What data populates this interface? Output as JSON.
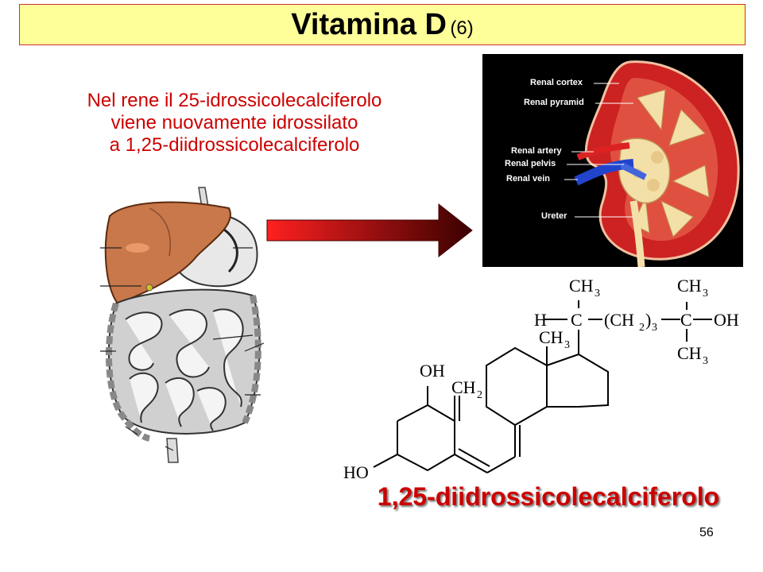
{
  "slide": {
    "title": "Vitamina D",
    "title_number": "(6)",
    "intro_lines": [
      "Nel rene il 25-idrossicolecalciferolo",
      "viene nuovamente idrossilato",
      "a 1,25-diidrossicolecalciferolo"
    ],
    "compound_name": "1,25-diidrossicolecalciferolo",
    "page_number": "56"
  },
  "kidney_labels": {
    "cortex": "Renal cortex",
    "pyramid": "Renal pyramid",
    "artery": "Renal artery",
    "pelvis": "Renal pelvis",
    "vein": "Renal vein",
    "ureter": "Ureter"
  },
  "molecule": {
    "ch3": "CH",
    "h": "H",
    "c": "C",
    "ch2_chain": "(CH",
    "oh": "OH",
    "ch2": "CH",
    "ho": "HO",
    "sub_3": "3",
    "sub_2": "2",
    "close_paren": ")"
  },
  "colors": {
    "title_background": "#ffff99",
    "title_border": "#cc3333",
    "text_accent": "#cc0000",
    "arrow_gradient_start": "#ff2020",
    "arrow_gradient_end": "#3a0000"
  }
}
